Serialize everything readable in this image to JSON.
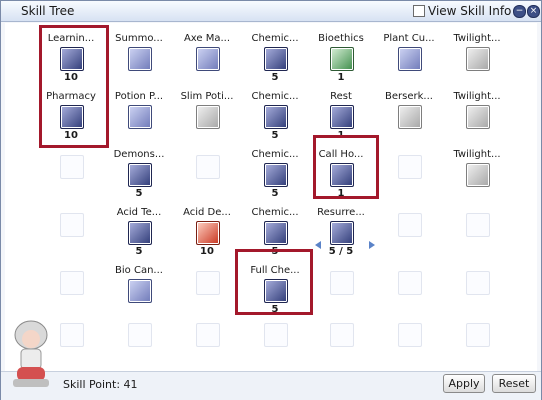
{
  "window": {
    "title": "Skill Tree",
    "view_skill_info_label": "View Skill Info",
    "controls": [
      "−",
      "×"
    ]
  },
  "skills": [
    {
      "name": "Learnin...",
      "level": "10",
      "icon": "potion-icon",
      "style": "dark"
    },
    {
      "name": "Summo...",
      "level": "",
      "icon": "plant-icon",
      "style": "blue"
    },
    {
      "name": "Axe Ma...",
      "level": "",
      "icon": "axe-icon",
      "style": "blue"
    },
    {
      "name": "Chemic...",
      "level": "5",
      "icon": "flask-icon",
      "style": "dark"
    },
    {
      "name": "Bioethics",
      "level": "1",
      "icon": "dna-icon",
      "style": "green"
    },
    {
      "name": "Plant Cu...",
      "level": "",
      "icon": "plant-cultivation-icon",
      "style": "blue"
    },
    {
      "name": "Twilight...",
      "level": "",
      "icon": "potion-icon",
      "style": "gray"
    },
    {
      "name": "Pharmacy",
      "level": "10",
      "icon": "pharmacy-icon",
      "style": "dark"
    },
    {
      "name": "Potion P...",
      "level": "",
      "icon": "potion-pitcher-icon",
      "style": "blue"
    },
    {
      "name": "Slim Poti...",
      "level": "",
      "icon": "slim-potion-icon",
      "style": "gray"
    },
    {
      "name": "Chemic...",
      "level": "5",
      "icon": "flask-icon",
      "style": "dark"
    },
    {
      "name": "Rest",
      "level": "1",
      "icon": "rest-icon",
      "style": "dark"
    },
    {
      "name": "Berserk...",
      "level": "",
      "icon": "berserk-icon",
      "style": "gray"
    },
    {
      "name": "Twilight...",
      "level": "",
      "icon": "potion-icon",
      "style": "gray"
    },
    {
      "name": "Demons...",
      "level": "5",
      "icon": "demonstration-icon",
      "style": "dark"
    },
    {
      "name": "Chemic...",
      "level": "5",
      "icon": "flask-icon",
      "style": "dark"
    },
    {
      "name": "Call Ho...",
      "level": "1",
      "icon": "call-homunculus-icon",
      "style": "dark"
    },
    {
      "name": "Twilight...",
      "level": "",
      "icon": "potion-icon",
      "style": "gray"
    },
    {
      "name": "Acid Te...",
      "level": "5",
      "icon": "acid-terror-icon",
      "style": "dark"
    },
    {
      "name": "Acid De...",
      "level": "10",
      "icon": "acid-bomb-icon",
      "style": "red"
    },
    {
      "name": "Chemic...",
      "level": "5",
      "icon": "flask-icon",
      "style": "dark"
    },
    {
      "name": "Resurre...",
      "level": "5 / 5",
      "icon": "resurrect-icon",
      "style": "dark"
    },
    {
      "name": "Bio Can...",
      "level": "",
      "icon": "bio-cannibalize-icon",
      "style": "blue"
    },
    {
      "name": "Full Che...",
      "level": "5",
      "icon": "full-chemical-icon",
      "style": "dark"
    }
  ],
  "footer": {
    "skill_point_text": "Skill Point: 41",
    "apply_label": "Apply",
    "reset_label": "Reset"
  }
}
